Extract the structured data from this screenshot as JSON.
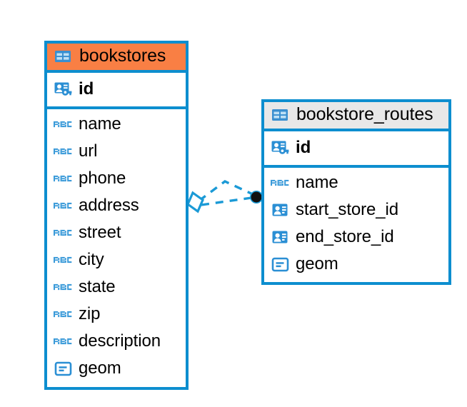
{
  "diagram": {
    "title": "bookstores / bookstore_routes relationship diagram",
    "background": "#ffffff",
    "accent_blue": "#0d8ecf",
    "accent_orange": "#f97f44",
    "accent_gray": "#e8e8e8"
  },
  "entities": [
    {
      "name": "bookstores",
      "header_icon": "table-icon",
      "header_accent": "#f97f44",
      "primary_key": {
        "label": "id",
        "icon": "primary-key-icon"
      },
      "fields": [
        {
          "label": "name",
          "icon": "abc-text-icon"
        },
        {
          "label": "url",
          "icon": "abc-text-icon"
        },
        {
          "label": "phone",
          "icon": "abc-text-icon"
        },
        {
          "label": "address",
          "icon": "abc-text-icon"
        },
        {
          "label": "street",
          "icon": "abc-text-icon"
        },
        {
          "label": "city",
          "icon": "abc-text-icon"
        },
        {
          "label": "state",
          "icon": "abc-text-icon"
        },
        {
          "label": "zip",
          "icon": "abc-text-icon"
        },
        {
          "label": "description",
          "icon": "abc-text-icon"
        },
        {
          "label": "geom",
          "icon": "geometry-icon"
        }
      ]
    },
    {
      "name": "bookstore_routes",
      "header_icon": "table-icon",
      "header_accent": "#e8e8e8",
      "primary_key": {
        "label": "id",
        "icon": "primary-key-icon"
      },
      "fields": [
        {
          "label": "name",
          "icon": "abc-text-icon"
        },
        {
          "label": "start_store_id",
          "icon": "foreign-key-icon"
        },
        {
          "label": "end_store_id",
          "icon": "foreign-key-icon"
        },
        {
          "label": "geom",
          "icon": "geometry-icon"
        }
      ]
    }
  ],
  "relationship": {
    "style": "dashed",
    "color": "#1b9ad6",
    "source_marker": "rhombus-marker",
    "target_marker": "filled-circle-marker"
  }
}
